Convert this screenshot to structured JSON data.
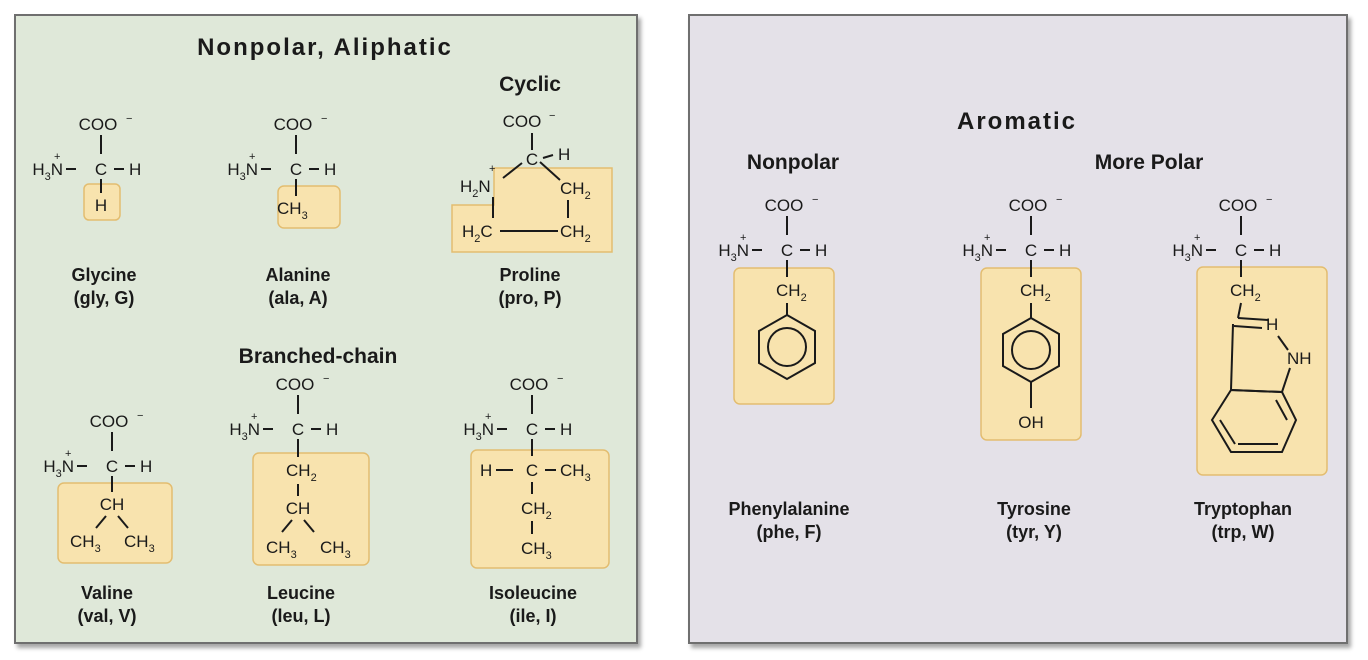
{
  "left_panel": {
    "title": "Nonpolar, Aliphatic",
    "cyclic_label": "Cyclic",
    "branched_label": "Branched-chain",
    "amino_acids": [
      {
        "name": "Glycine",
        "abbr": "(gly, G)",
        "side_chain": "H"
      },
      {
        "name": "Alanine",
        "abbr": "(ala, A)",
        "side_chain": "CH3"
      },
      {
        "name": "Proline",
        "abbr": "(pro, P)",
        "side_chain": "cyclic"
      },
      {
        "name": "Valine",
        "abbr": "(val, V)",
        "side_chain": "CH(CH3)2"
      },
      {
        "name": "Leucine",
        "abbr": "(leu, L)",
        "side_chain": "CH2-CH(CH3)2"
      },
      {
        "name": "Isoleucine",
        "abbr": "(ile, I)",
        "side_chain": "CH(CH3)-CH2-CH3"
      }
    ]
  },
  "right_panel": {
    "title": "Aromatic",
    "nonpolar_label": "Nonpolar",
    "more_polar_label": "More Polar",
    "amino_acids": [
      {
        "name": "Phenylalanine",
        "abbr": "(phe, F)",
        "side_chain": "CH2-phenyl"
      },
      {
        "name": "Tyrosine",
        "abbr": "(tyr, Y)",
        "side_chain": "CH2-phenol"
      },
      {
        "name": "Tryptophan",
        "abbr": "(trp, W)",
        "side_chain": "CH2-indole"
      }
    ]
  },
  "colors": {
    "aliphatic_background": "#dfe8d9",
    "aromatic_background": "#e4e1e8",
    "side_chain_highlight": "#f8e3ae",
    "highlight_border": "#e3bd70"
  }
}
